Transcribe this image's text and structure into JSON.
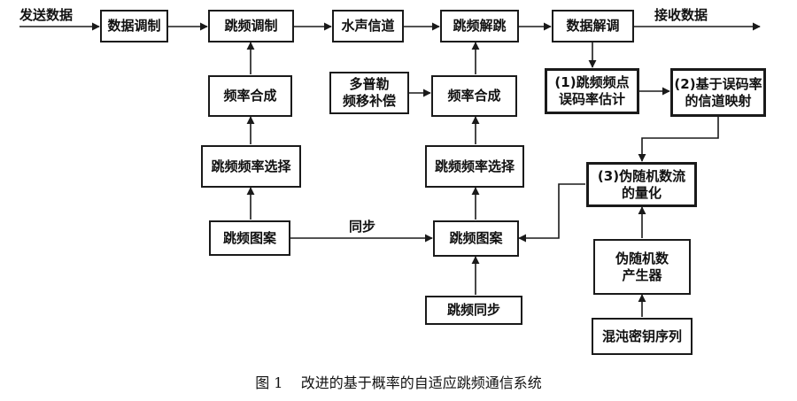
{
  "inputs": {
    "send": "发送数据",
    "receive": "接收数据",
    "sync": "同步"
  },
  "blocks": {
    "data_mod": "数据调制",
    "hop_mod": "跳频调制",
    "water_channel": "水声信道",
    "dehop": "跳频解跳",
    "data_demod": "数据解调",
    "freq_synth_left": "频率合成",
    "doppler_comp": "多普勒\n频移补偿",
    "freq_synth_right": "频率合成",
    "hop_select_left": "跳频频率选择",
    "hop_select_right": "跳频频率选择",
    "hop_pattern_left": "跳频图案",
    "hop_pattern_right": "跳频图案",
    "hop_sync": "跳频同步",
    "ber_estimate": "(1)跳频频点\n误码率估计",
    "channel_map": "(2)基于误码率\n的信道映射",
    "quantize": "(3)伪随机数流\n的量化",
    "prng": "伪随机数\n产生器",
    "chaos_key": "混沌密钥序列"
  },
  "caption": "图 1    改进的基于概率的自适应跳频通信系统"
}
